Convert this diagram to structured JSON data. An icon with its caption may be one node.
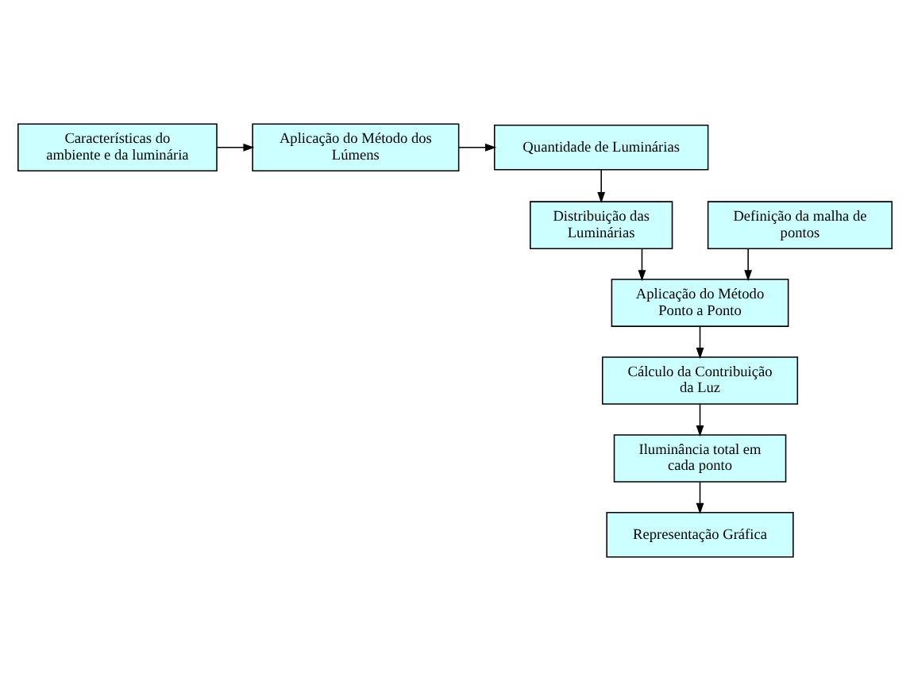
{
  "diagram": {
    "nodes": [
      {
        "text": [
          "Características do ambiente e da luminária"
        ]
      },
      {
        "text": [
          "Aplicação do Método dos Lúmens"
        ]
      },
      {
        "text": [
          "Quantidade de Luminárias"
        ]
      },
      {
        "text": [
          "Definição da malha de pontos"
        ]
      },
      {
        "text": [
          "Distribuição das Luminárias"
        ]
      },
      {
        "text": [
          "Aplicação do Método Ponto a Ponto"
        ]
      },
      {
        "text": [
          "Cálculo da Contribuição da Luz"
        ]
      },
      {
        "text": [
          "Iluminância total em cada ponto"
        ]
      },
      {
        "text": [
          "Representação Gráfica"
        ]
      }
    ],
    "edges": [
      {
        "from": 0,
        "to": 1,
        "arrow": "to"
      },
      {
        "from": 1,
        "to": 2,
        "arrow": "to"
      },
      {
        "from": 2,
        "to": 4,
        "arrow": "to"
      },
      {
        "from": 3,
        "to": 5,
        "arrow": "to"
      },
      {
        "from": 4,
        "to": 5,
        "arrow": "to"
      },
      {
        "from": 5,
        "to": 6,
        "arrow": "to"
      },
      {
        "from": 6,
        "to": 7,
        "arrow": "to"
      },
      {
        "from": 7,
        "to": 8,
        "arrow": "to"
      }
    ]
  }
}
